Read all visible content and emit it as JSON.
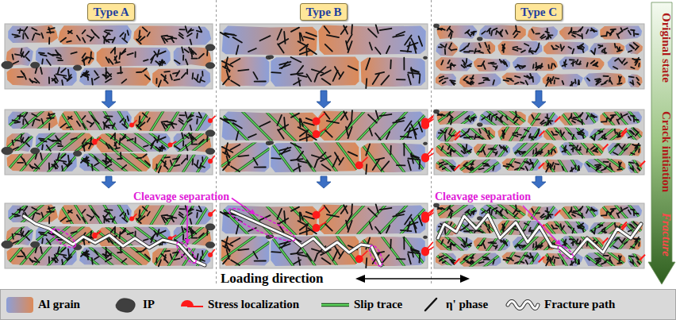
{
  "diagram": {
    "nodes": [
      {
        "text": [
          "Type A"
        ]
      },
      {
        "text": [
          "Type B"
        ]
      },
      {
        "text": [
          "Type C"
        ]
      }
    ],
    "labels": [
      "Original state",
      "Crack initiation",
      "Fracture",
      "Cleavage separation",
      "Cleavage separation",
      "Loading direction"
    ],
    "legend": [
      {
        "text": "Al grain"
      },
      {
        "text": "IP",
        "color": "#3f3f3f"
      },
      {
        "text": "Stress localization"
      },
      {
        "text": "Slip trace"
      },
      {
        "text": "η' phase"
      },
      {
        "text": "Fracture path"
      }
    ]
  }
}
